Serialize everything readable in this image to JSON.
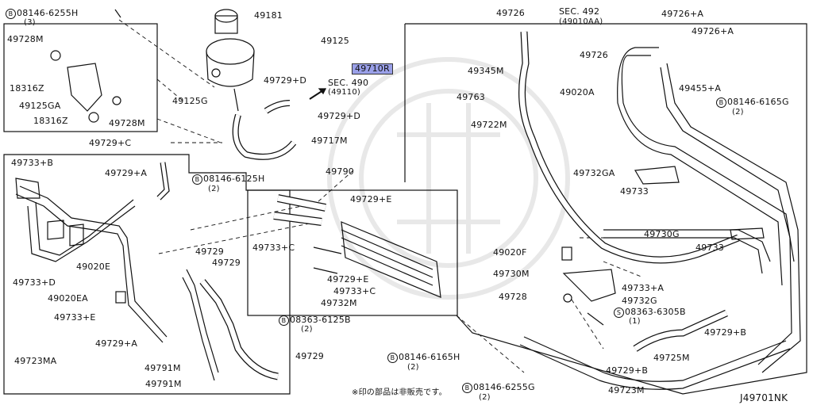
{
  "labels": {
    "p1": "08146-6255H",
    "p1q": "3",
    "p2": "49728M",
    "p3": "18316Z",
    "p4": "49125GA",
    "p5": "18316Z",
    "p6": "49728M",
    "p7": "49729+C",
    "p8": "49181",
    "p9": "49125",
    "p10": "49125G",
    "p11": "49729+D",
    "p12": "SEC. 490",
    "p12b": "49110",
    "p13": "49729+D",
    "p14": "49717M",
    "p15": "49710R",
    "p16": "49726",
    "p17": "SEC. 492",
    "p17b": "49010AA",
    "p18": "49726+A",
    "p19": "49726+A",
    "p20": "49726",
    "p21": "49345M",
    "p22": "49763",
    "p23": "49020A",
    "p24": "49722M",
    "p25": "49455+A",
    "p26": "08146-6165G",
    "p26q": "2",
    "p27": "49733+B",
    "p28": "49729+A",
    "p29": "08146-6125H",
    "p29q": "2",
    "p30": "49790",
    "p31": "49729+E",
    "p32": "49732GA",
    "p33": "49733",
    "p34": "49730G",
    "p35": "49733",
    "p36": "49020E",
    "p37": "49733+D",
    "p38": "49729",
    "p39": "49729",
    "p40": "49733+C",
    "p41": "49729+E",
    "p42": "49733+C",
    "p43": "49732M",
    "p44": "08363-6125B",
    "p44q": "2",
    "p45": "49020EA",
    "p46": "49733+E",
    "p47": "49020F",
    "p48": "49730M",
    "p49": "49733+A",
    "p50": "49728",
    "p51": "49732G",
    "p52": "08363-6305B",
    "p52q": "1",
    "p53": "49729+A",
    "p54": "49791M",
    "p55": "49791M",
    "p56": "49723MA",
    "p57": "49729",
    "p58": "08146-6165H",
    "p58q": "2",
    "p59": "49729+B",
    "p60": "49725M",
    "p61": "49729+B",
    "p62": "08146-6255G",
    "p62q": "2",
    "p63": "49723M",
    "bolt_b": "B",
    "bolt_s": "S"
  },
  "footnote": "※印の部品は非販売です。",
  "drawing_code": "J49701NK"
}
